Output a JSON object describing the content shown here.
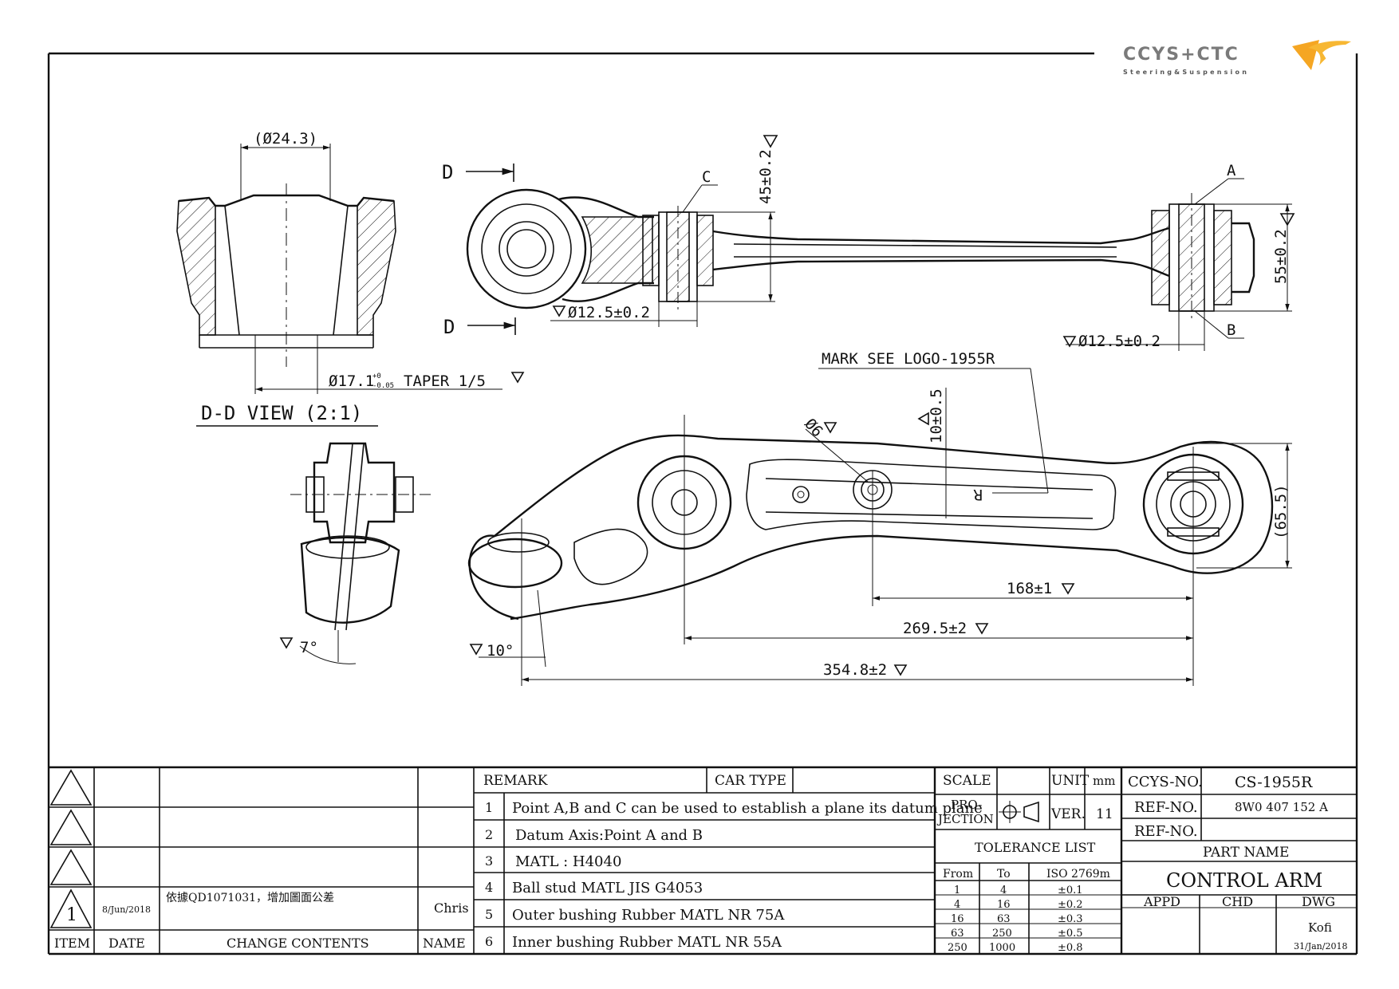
{
  "logo": {
    "brand": "CCYS+CTC",
    "tagline": "Steering&Suspension"
  },
  "views": {
    "dd_view_title": "D-D VIEW (2:1)",
    "section_label_top": "D",
    "section_label_bottom": "D",
    "point_a": "A",
    "point_b": "B",
    "point_c": "C",
    "mark_note": "MARK SEE LOGO-1955R",
    "r_mark": "R"
  },
  "dimensions": {
    "dd_outer": "(Ø24.3)",
    "dd_taper_value": "Ø17.1",
    "dd_taper_tol_upper": "+0",
    "dd_taper_tol_lower": "-0.05",
    "dd_taper_text": "TAPER 1/5",
    "width_45": "45±0.2",
    "width_55": "55±0.2",
    "bore_c": "Ø12.5±0.2",
    "bore_ab": "Ø12.5±0.2",
    "hole_6": "Ø6",
    "offset_10": "10±0.5",
    "eye_65": "(65.5)",
    "len_168": "168±1",
    "len_269": "269.5±2",
    "len_354": "354.8±2",
    "ang_7": "7°",
    "ang_10": "10°"
  },
  "change_table": {
    "rows": [
      {
        "item": "",
        "date": "",
        "contents": "",
        "name": ""
      },
      {
        "item": "",
        "date": "",
        "contents": "",
        "name": ""
      },
      {
        "item": "",
        "date": "",
        "contents": "",
        "name": ""
      },
      {
        "item": "1",
        "date": "8/Jun/2018",
        "contents": "依據QD1071031，增加圖面公差",
        "name": "Chris"
      }
    ],
    "headers": {
      "item": "ITEM",
      "date": "DATE",
      "contents": "CHANGE CONTENTS",
      "name": "NAME"
    }
  },
  "remark": {
    "header": "REMARK",
    "car_type_label": "CAR TYPE",
    "car_type_value": "",
    "items": [
      {
        "no": "1",
        "text": "Point A,B and C can be used to establish a plane its datum plane"
      },
      {
        "no": "2",
        "text": "Datum Axis:Point A and B"
      },
      {
        "no": "3",
        "text": "MATL : H4040"
      },
      {
        "no": "4",
        "text": "Ball stud MATL JIS G4053"
      },
      {
        "no": "5",
        "text": "Outer bushing Rubber MATL NR 75A"
      },
      {
        "no": "6",
        "text": "Inner bushing Rubber MATL NR 55A"
      }
    ]
  },
  "tolerance": {
    "scale_label": "SCALE",
    "unit_label": "UNIT",
    "unit_value": "mm",
    "projection_label_1": "PRO-",
    "projection_label_2": "JECTION",
    "ver_label": "VER.",
    "ver_value": "11",
    "list_title": "TOLERANCE LIST",
    "col_from": "From",
    "col_to": "To",
    "col_iso": "ISO 2769m",
    "rows": [
      {
        "from": "1",
        "to": "4",
        "tol": "±0.1"
      },
      {
        "from": "4",
        "to": "16",
        "tol": "±0.2"
      },
      {
        "from": "16",
        "to": "63",
        "tol": "±0.3"
      },
      {
        "from": "63",
        "to": "250",
        "tol": "±0.5"
      },
      {
        "from": "250",
        "to": "1000",
        "tol": "±0.8"
      }
    ]
  },
  "title_block": {
    "ccys_no_label": "CCYS-NO.",
    "ccys_no": "CS-1955R",
    "ref_no_label": "REF-NO.",
    "ref_no": "8W0 407 152 A",
    "ref_no2_label": "REF-NO.",
    "ref_no2": "",
    "part_name_label": "PART NAME",
    "part_name": "CONTROL ARM",
    "appd_label": "APPD",
    "chd_label": "CHD",
    "dwg_label": "DWG",
    "dwg_name": "Kofi",
    "dwg_date": "31/Jan/2018"
  }
}
